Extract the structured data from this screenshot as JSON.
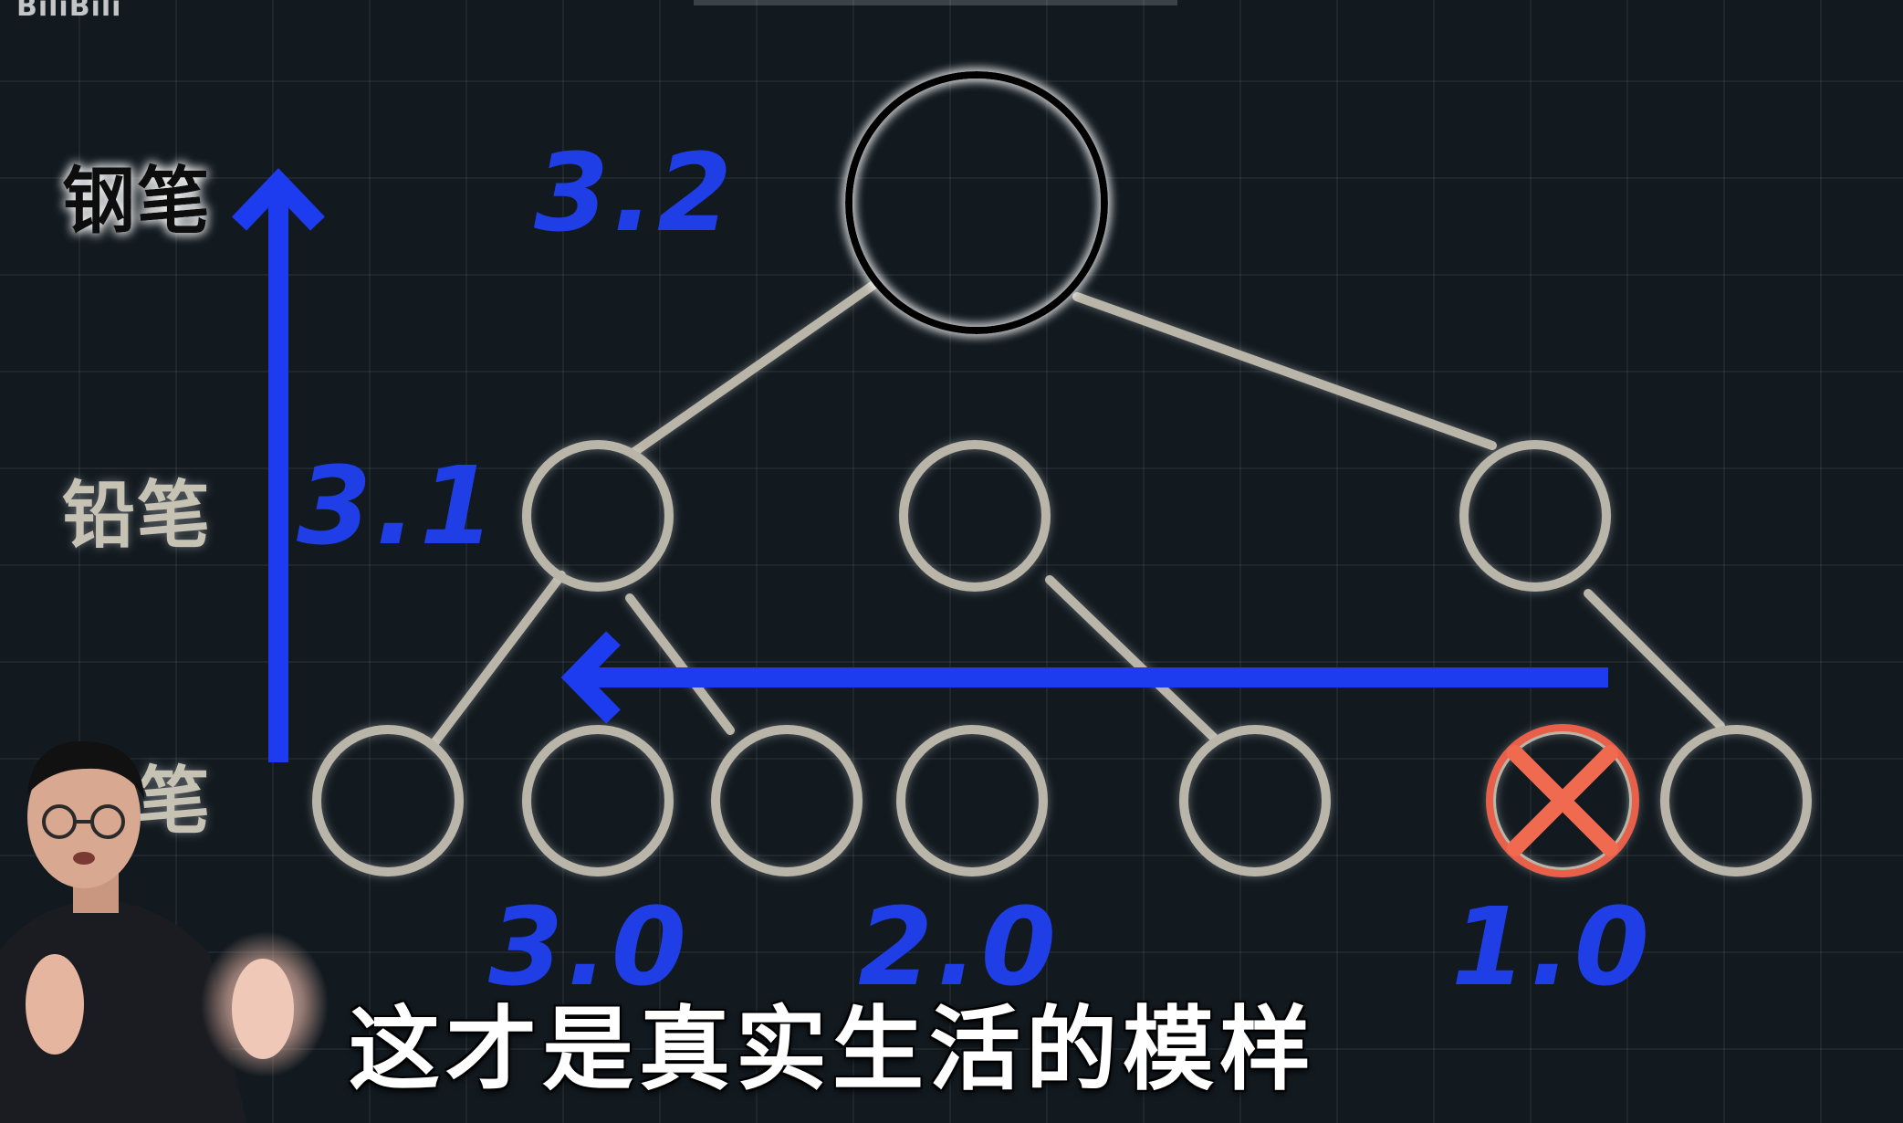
{
  "watermark": "BiliBili",
  "subtitle": "这才是真实生活的模样",
  "levels": {
    "top": "钢笔",
    "middle": "铅笔",
    "bottom": "铅笔"
  },
  "versions": {
    "root": "3.2",
    "middle": "3.1",
    "leaf_left": "3.0",
    "leaf_center": "2.0",
    "leaf_right": "1.0"
  },
  "colors": {
    "background": "#121a20",
    "accent_blue": "#1d3cf0",
    "chalk": "#b9b5a8",
    "cross_red": "#f06a50",
    "subtitle": "#ffffff"
  },
  "tree": {
    "levels": 3,
    "middle_node_count": 3,
    "leaf_node_count": 7,
    "crossed_out_leaf": "1.0"
  },
  "arrows": [
    "upward-arrow",
    "leftward-arrow"
  ],
  "icons": [
    "cross-mark-icon"
  ]
}
